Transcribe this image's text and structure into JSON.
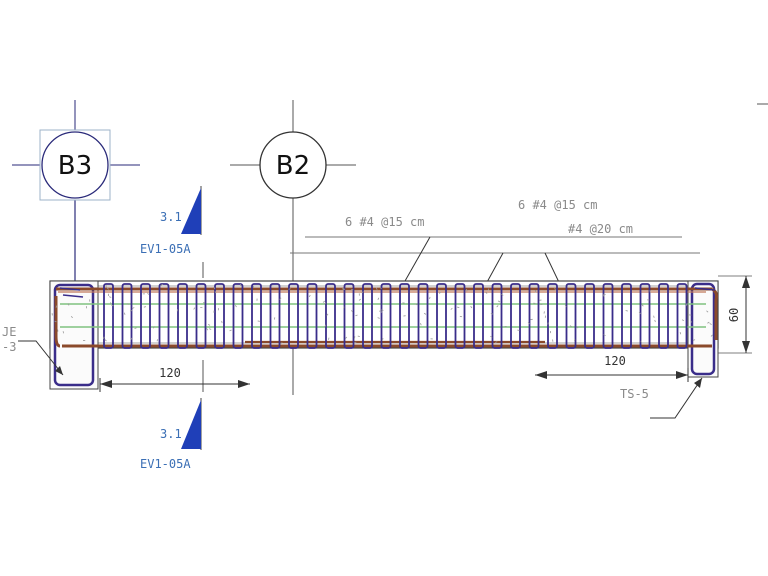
{
  "grid_axes": {
    "b3": "B3",
    "b2": "B2"
  },
  "section_markers": {
    "top": {
      "number": "3.1",
      "sheet": "EV1-05A"
    },
    "bottom": {
      "number": "3.1",
      "sheet": "EV1-05A"
    }
  },
  "rebar_notes": {
    "top_note": "6 #4  @15 cm",
    "middle_note": "#4  @20 cm",
    "left_note": "6 #4  @15 cm"
  },
  "dimensions": {
    "left_120": "120",
    "right_120": "120",
    "height_60": "60"
  },
  "tags": {
    "left_tag_line1": "JE",
    "left_tag_line2": "-3",
    "right_tag": "TS-5"
  },
  "colors": {
    "stirrup": "#3a2d8a",
    "long_bar": "#8b4a2b",
    "green_bar": "#7fc27f",
    "section_blue": "#1f3fb8",
    "beam_outline": "#444444"
  }
}
